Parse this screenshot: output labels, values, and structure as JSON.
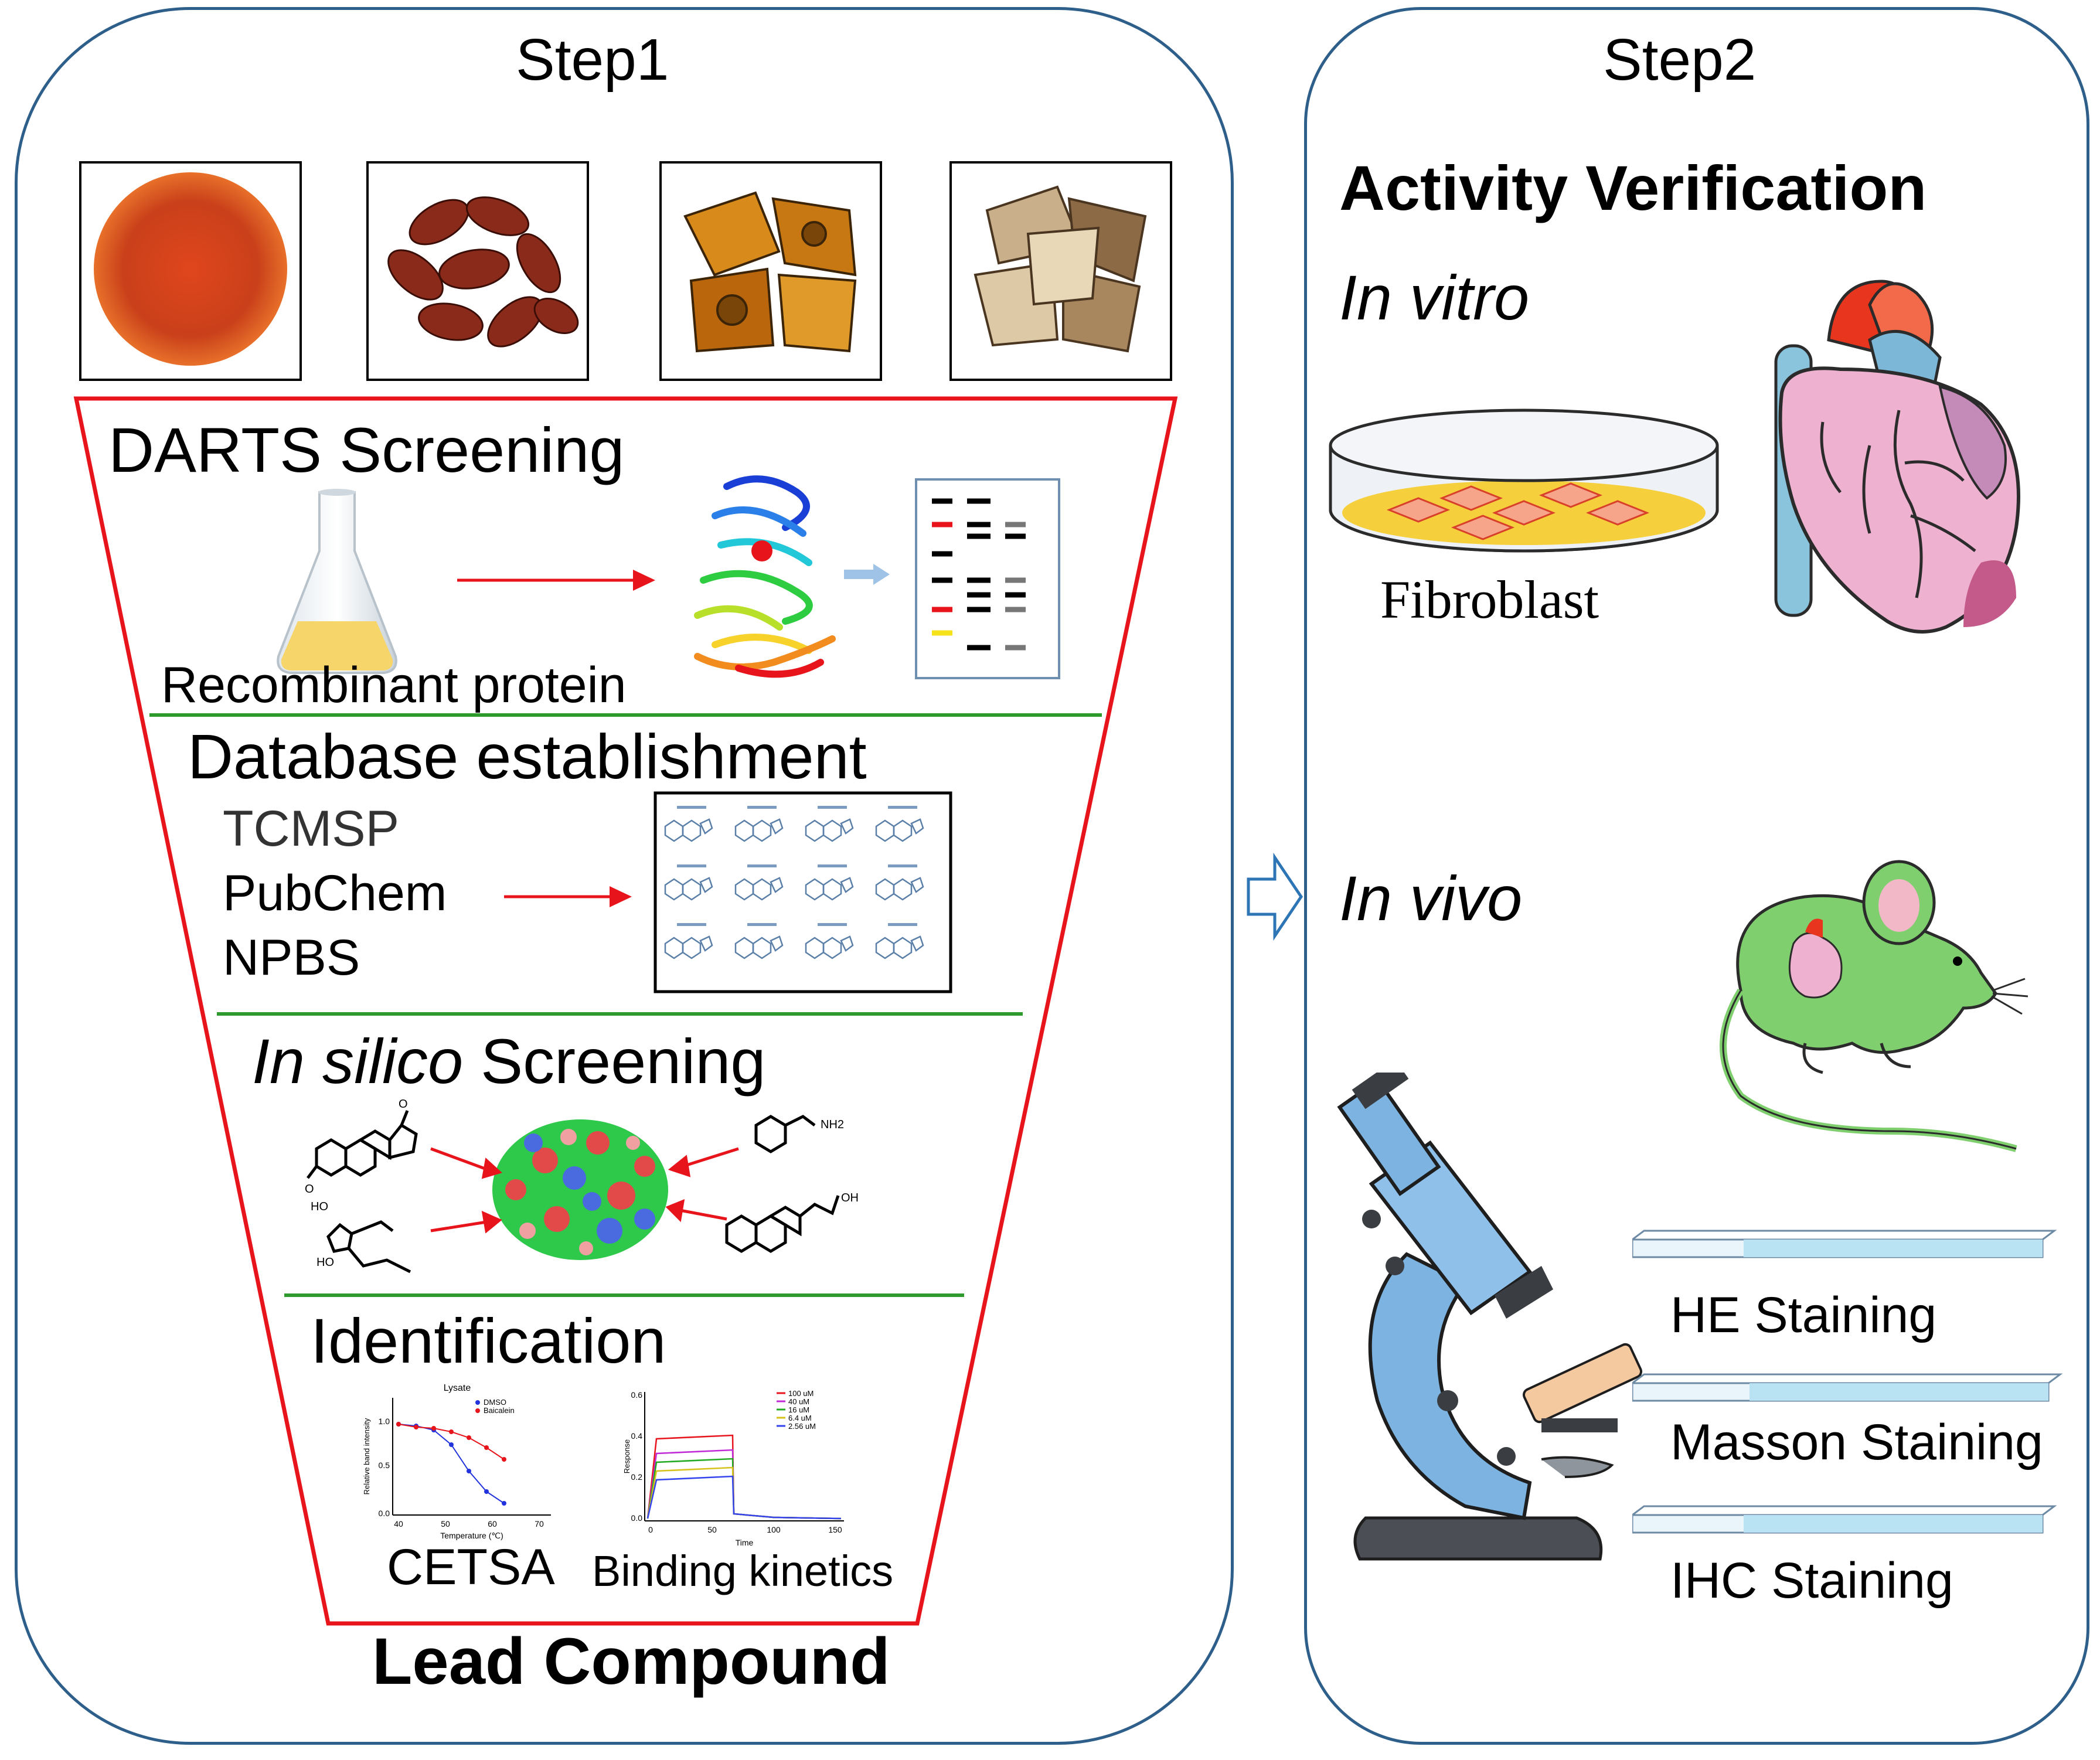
{
  "step1": {
    "title": "Step1",
    "darts": {
      "title": "DARTS  Screening",
      "flask_label": "Recombinant protein"
    },
    "database": {
      "title": "Database establishment",
      "sources": [
        "TCMSP",
        "PubChem",
        "NPBS"
      ]
    },
    "insilico": {
      "title_italic": "In silico",
      "title_rest": " Screening"
    },
    "identification": {
      "title": "Identification",
      "cetsa": {
        "label": "CETSA",
        "chart_title": "Lysate",
        "ylabel": "Relative band intensity",
        "xlabel": "Temperature (℃)",
        "xticks": [
          "40",
          "50",
          "60",
          "70"
        ],
        "yticks": [
          "1.0",
          "0.5",
          "0.0"
        ],
        "legend": [
          "DMSO",
          "Baicalein"
        ]
      },
      "binding": {
        "label": "Binding kinetics",
        "ylabel": "Response",
        "xlabel": "Time",
        "xticks": [
          "0",
          "50",
          "100",
          "150"
        ],
        "yticks": [
          "0.6",
          "0.4",
          "0.2",
          "0.0"
        ],
        "legend": [
          "100 uM",
          "40 uM",
          "16 uM",
          "6.4 uM",
          "2.56 uM"
        ]
      }
    },
    "lead": "Lead Compound"
  },
  "step2": {
    "title": "Step2",
    "heading": "Activity Verification",
    "in_vitro": "In vitro",
    "fibroblast": "Fibroblast",
    "in_vivo": "In vivo",
    "stainings": [
      "HE Staining",
      "Masson Staining",
      "IHC Staining"
    ]
  },
  "colors": {
    "panel_border": "#2e5f8a",
    "funnel": "#e8141b",
    "divider": "#2e9a2e",
    "arrow": "#e8141b"
  },
  "icons": [
    "flask-icon",
    "protein-ribbon-icon",
    "gel-blot-icon",
    "molecule-grid-icon",
    "protein-surface-icon",
    "heart-icon",
    "petri-dish-icon",
    "mouse-icon",
    "microscope-icon",
    "glass-slide-icon",
    "flow-arrow-icon"
  ]
}
